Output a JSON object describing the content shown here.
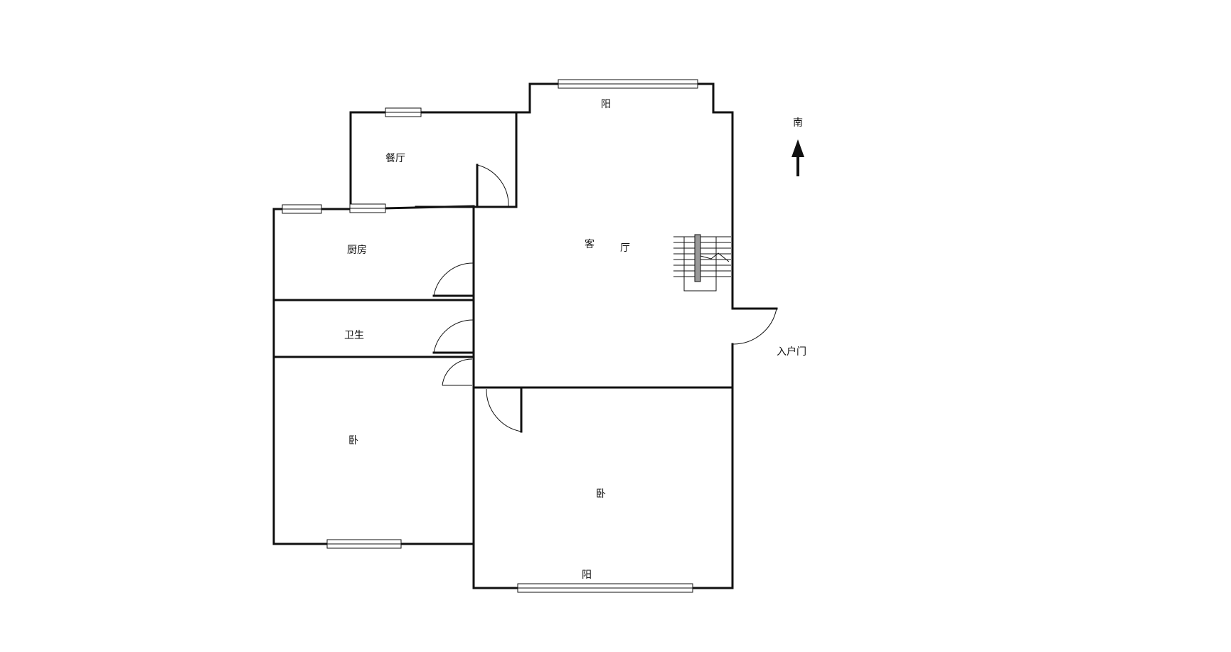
{
  "rooms": {
    "dining": "餐厅",
    "living_1": "客",
    "living_2": "厅",
    "balcony_top": "阳",
    "kitchen": "厨房",
    "bathroom": "卫生",
    "bedroom_left": "卧",
    "bedroom_right": "卧",
    "balcony_bottom": "阳"
  },
  "compass": {
    "label": "南"
  },
  "entrance": {
    "label": "入户门"
  }
}
